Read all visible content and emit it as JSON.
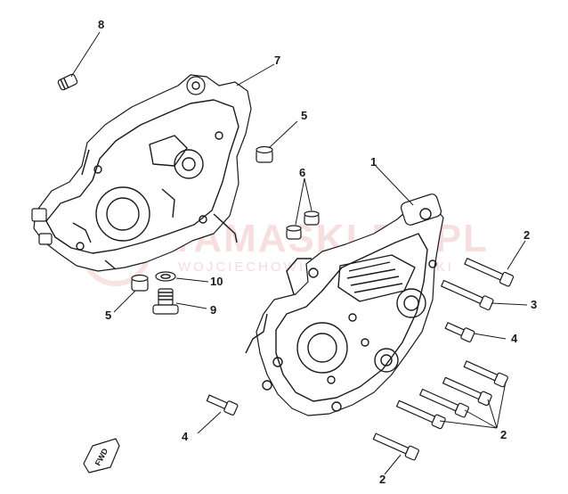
{
  "watermark": {
    "brand": "YAMASKLEP.PL",
    "sub": "WOJCIECHOWICZ & SZYMAŃSKI"
  },
  "fwd_label": "FWD",
  "callouts": [
    {
      "id": "c8",
      "label": "8"
    },
    {
      "id": "c7",
      "label": "7"
    },
    {
      "id": "c5a",
      "label": "5"
    },
    {
      "id": "c6",
      "label": "6"
    },
    {
      "id": "c1",
      "label": "1"
    },
    {
      "id": "c2a",
      "label": "2"
    },
    {
      "id": "c3",
      "label": "3"
    },
    {
      "id": "c4a",
      "label": "4"
    },
    {
      "id": "c10",
      "label": "10"
    },
    {
      "id": "c5b",
      "label": "5"
    },
    {
      "id": "c9",
      "label": "9"
    },
    {
      "id": "c2b",
      "label": "2"
    },
    {
      "id": "c4b",
      "label": "4"
    },
    {
      "id": "c2c",
      "label": "2"
    }
  ]
}
